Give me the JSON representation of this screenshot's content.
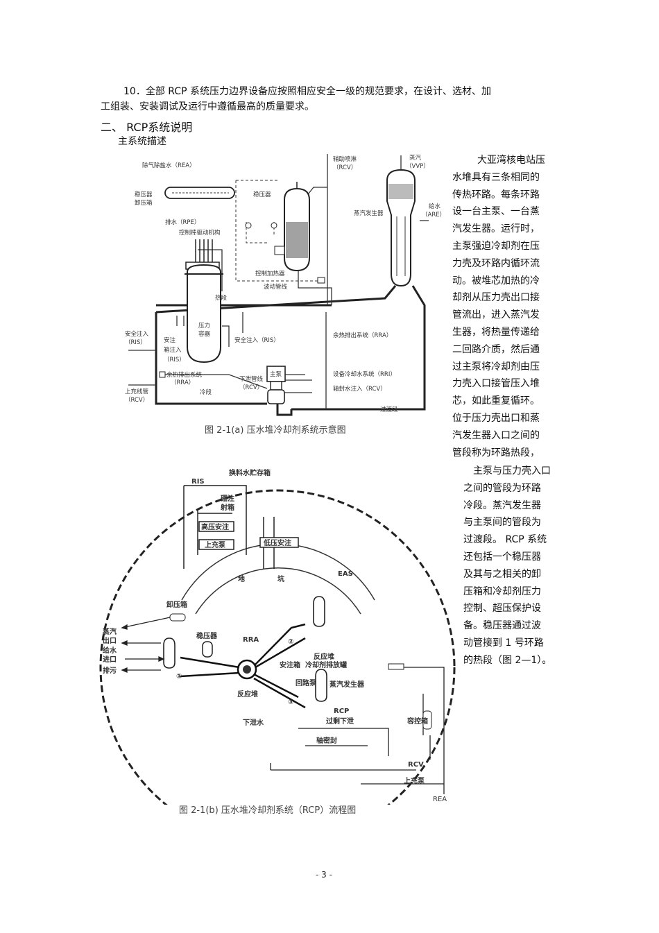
{
  "item10": {
    "line1": "10．全部 RCP 系统压力边界设备应按照相应安全一级的规范要求，在设计、选材、加",
    "line2": "工组装、安装调试及运行中遵循最高的质量要求。"
  },
  "section_heading": "二、 RCP系统说明",
  "subsection": "主系统描述",
  "side_text": {
    "lines_a": [
      "大亚湾核电站压",
      "水堆具有三条相同的",
      "传热环路。每条环路",
      "设一台主泵、一台蒸",
      "汽发生器。运行时，",
      "主泵强迫冷却剂在压",
      "力壳及环路内循环流",
      "动。被堆芯加热的冷",
      "却剂从压力壳出口接",
      "管流出，进入蒸汽发",
      "生器，将热量传递给",
      "二回路介质，然后通",
      "过主泵将冷却剂由压",
      "力壳入口接管压入堆",
      "芯，如此重复循环。",
      "位于压力壳出口和蒸",
      "汽发生器入口之间的",
      "管段称为环路热段，"
    ],
    "lines_b": [
      "主泵与压力壳入口",
      "之间的管段为环路",
      "冷段。蒸汽发生器",
      "与主泵间的管段为",
      "过渡段。 RCP 系统",
      "还包括一个稳压器",
      "及其与之相关的卸",
      "压箱和冷却剂压力",
      "控制、超压保护设",
      "备。稳压器通过波",
      "动管接到 1 号环路",
      "的热段（图 2—1）。"
    ]
  },
  "fig_a": {
    "caption": "图 2-1(a) 压水堆冷却剂系统示意图",
    "labels": {
      "rea": "除气除盐水（REA）",
      "relief_tank_1": "稳压器",
      "relief_tank_2": "卸压箱",
      "rpe": "排水（RPE）",
      "crdm": "控制棒驱动机构",
      "spray_1": "辅助喷淋",
      "spray_2": "（RCV）",
      "pzr": "稳压器",
      "heater": "控制加热器",
      "surge": "波动管线",
      "steam_1": "蒸汽",
      "steam_2": "（VVP）",
      "feed_1": "给水",
      "feed_2": "（ARE）",
      "sg": "蒸汽发生器",
      "hot_leg": "热段",
      "rpv_1": "压力",
      "rpv_2": "容器",
      "si_left_1": "安全注入",
      "si_left_2": "（RIS）",
      "acc_1": "安注",
      "acc_2": "箱注入",
      "acc_3": "（RIS）",
      "si_mid": "安全注入（RIS）",
      "rra_right": "余热排出系统（RRA）",
      "rra_left_1": "余热排出系统",
      "rra_left_2": "（RRA）",
      "letdown_1": "下泄管线",
      "letdown_2": "（RCV）",
      "pump": "主泵",
      "rri": "设备冷却水系统（RRI）",
      "rcv_seal": "轴封水注入（RCV）",
      "charging_1": "上充线管",
      "charging_2": "（RCV）",
      "cold_leg": "冷段",
      "crossover": "过渡段"
    }
  },
  "fig_b": {
    "caption": "图 2-1(b) 压水堆冷却剂系统（RCP）流程图",
    "labels": {
      "ris": "RIS",
      "pttr": "换料水贮存箱",
      "boron_1": "硼注",
      "boron_2": "射箱",
      "hhsi": "高压安注",
      "charging_top": "上充泵",
      "lhsi": "低压安注",
      "sump_1": "地",
      "sump_2": "坑",
      "eas": "EAS",
      "relief": "卸压箱",
      "steam_out_1": "蒸汽",
      "steam_out_2": "出口",
      "feed_in_1": "给水",
      "feed_in_2": "进口",
      "blowdown": "排污",
      "pzr": "稳压器",
      "rra": "RRA",
      "drain_1": "反应堆",
      "drain_2": "冷却剂排放罐",
      "acc": "安注箱",
      "loop_pump": "回路泵",
      "sg": "蒸汽发生器",
      "reactor": "反应堆",
      "rcp": "RCP",
      "excess": "过剩下泄",
      "letdown": "下泄水",
      "seal": "轴密封",
      "vct": "容控箱",
      "rcv": "RCV",
      "charging_bottom": "上充泵",
      "rea": "REA",
      "loop1": "①",
      "loop2": "②",
      "loop3": "③"
    }
  },
  "page_number": "- 3 -"
}
